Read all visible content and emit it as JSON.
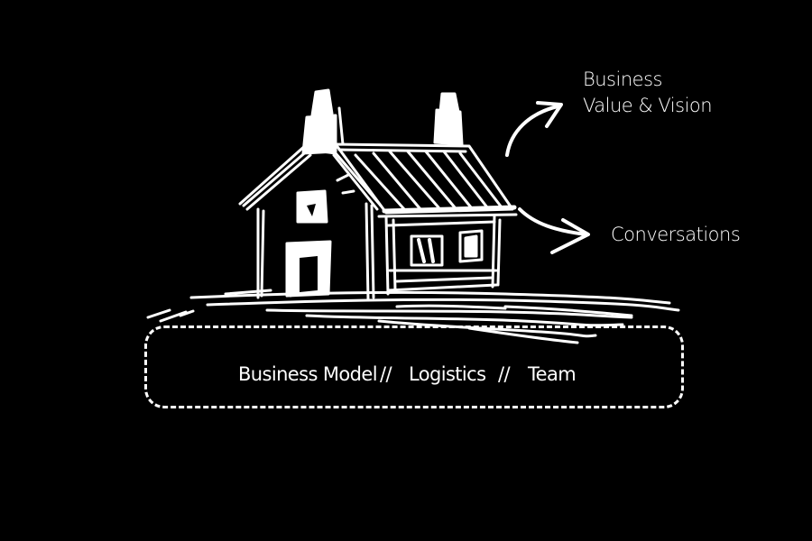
{
  "colors": {
    "background": "#000000",
    "ink": "#ffffff"
  },
  "labels": {
    "value_vision_line1": "Business",
    "value_vision_line2": "Value & Vision",
    "conversations": "Conversations"
  },
  "foundation": {
    "item1": "Business Model",
    "separator1": "//",
    "item2": "Logistics",
    "separator2": "//",
    "item3": "Team"
  },
  "icons": {
    "house": "house-sketch-icon",
    "arrow_up": "arrow-up-right-icon",
    "arrow_right": "arrow-right-icon"
  }
}
